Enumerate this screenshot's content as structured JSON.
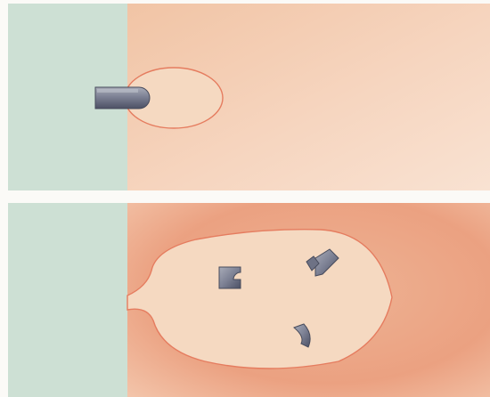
{
  "figure": {
    "colors": {
      "page_background": "#fbfaf7",
      "green_region": "#cde0d4",
      "tissue_light": "#f7ddc9",
      "tissue_mid": "#f1c4a5",
      "tissue_dark": "#e9a07f",
      "cavity_fill": "#f5d9c1",
      "cavity_outline": "#e57c5f",
      "metal_light": "#a9acb8",
      "metal_mid": "#7d8194",
      "metal_dark": "#4c5064"
    },
    "panels": [
      {
        "id": "top",
        "shows": [
          "green-region",
          "tissue-region",
          "small-cavity",
          "rod-fragment"
        ]
      },
      {
        "id": "bottom",
        "shows": [
          "green-region",
          "tissue-region",
          "enlarged-cavity",
          "metal-fragment",
          "metal-fragment",
          "metal-fragment"
        ]
      }
    ]
  }
}
